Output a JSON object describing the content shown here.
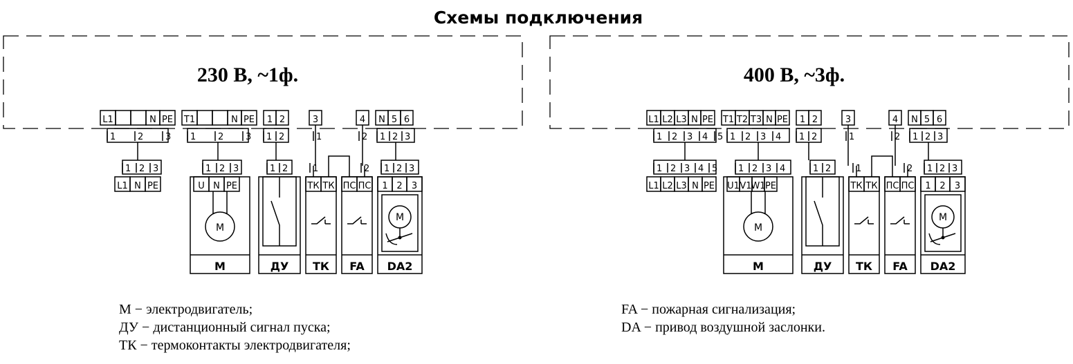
{
  "title": "Схемы подключения",
  "panels": [
    {
      "voltage": "230 В,  ~1ф.",
      "terms": {
        "power": [
          "L1",
          "",
          "",
          "N",
          "PE"
        ],
        "motor": [
          "T1",
          "",
          "",
          "N",
          "PE"
        ],
        "remote": [
          "1",
          "2"
        ],
        "thermo": [
          "3"
        ],
        "fire": [
          "4"
        ],
        "damper": [
          "N",
          "5",
          "6"
        ]
      },
      "pins": {
        "power_top": [
          "1",
          "2",
          "3"
        ],
        "motor_top": [
          "1",
          "2",
          "3"
        ],
        "remote_top": [
          "1",
          "2"
        ],
        "thermo_top": [
          "1"
        ],
        "fire_top": [
          "2"
        ],
        "damper_top": [
          "1",
          "2",
          "3"
        ],
        "power_low": [
          "1",
          "2",
          "3"
        ],
        "motor_low": [
          "1",
          "2",
          "3"
        ],
        "remote_low": [
          "1",
          "2"
        ],
        "thermo_low": [
          "1"
        ],
        "fire_low": [
          "2"
        ],
        "damper_low": [
          "1",
          "2",
          "3"
        ]
      },
      "supply": [
        "L1",
        "N",
        "PE"
      ],
      "motor_terms": [
        "U",
        "N",
        "PE"
      ],
      "tk_terms": [
        "ТК",
        "ТК"
      ],
      "fa_terms": [
        "ПС",
        "ПС"
      ],
      "da_terms": [
        "1",
        "2",
        "3"
      ],
      "motor_symbol": "M",
      "devices": [
        "M",
        "ДУ",
        "ТК",
        "FA",
        "DA2"
      ]
    },
    {
      "voltage": "400 В,  ~3ф.",
      "terms": {
        "power": [
          "L1",
          "L2",
          "L3",
          "N",
          "PE"
        ],
        "motor": [
          "T1",
          "T2",
          "T3",
          "N",
          "PE"
        ],
        "remote": [
          "1",
          "2"
        ],
        "thermo": [
          "3"
        ],
        "fire": [
          "4"
        ],
        "damper": [
          "N",
          "5",
          "6"
        ]
      },
      "pins": {
        "power_top": [
          "1",
          "2",
          "3",
          "4",
          "5"
        ],
        "motor_top": [
          "1",
          "2",
          "3",
          "4"
        ],
        "remote_top": [
          "1",
          "2"
        ],
        "thermo_top": [
          "1"
        ],
        "fire_top": [
          "2"
        ],
        "damper_top": [
          "1",
          "2",
          "3"
        ],
        "power_low": [
          "1",
          "2",
          "3",
          "4",
          "5"
        ],
        "motor_low": [
          "1",
          "2",
          "3",
          "4"
        ],
        "remote_low": [
          "1",
          "2"
        ],
        "thermo_low": [
          "1"
        ],
        "fire_low": [
          "2"
        ],
        "damper_low": [
          "1",
          "2",
          "3"
        ]
      },
      "supply": [
        "L1",
        "L2",
        "L3",
        "N",
        "PE"
      ],
      "motor_terms": [
        "U1",
        "V1",
        "W1",
        "PE"
      ],
      "tk_terms": [
        "ТК",
        "ТК"
      ],
      "fa_terms": [
        "ПС",
        "ПС"
      ],
      "da_terms": [
        "1",
        "2",
        "3"
      ],
      "motor_symbol": "M",
      "devices": [
        "M",
        "ДУ",
        "ТК",
        "FA",
        "DA2"
      ]
    }
  ],
  "legend_left": [
    "M − электродвигатель;",
    "ДУ − дистанционный сигнал пуска;",
    "ТК − термоконтакты электродвигателя;"
  ],
  "legend_right": [
    "FA − пожарная сигнализация;",
    "DA − привод воздушной заслонки."
  ],
  "damper_motor_symbol": "M"
}
